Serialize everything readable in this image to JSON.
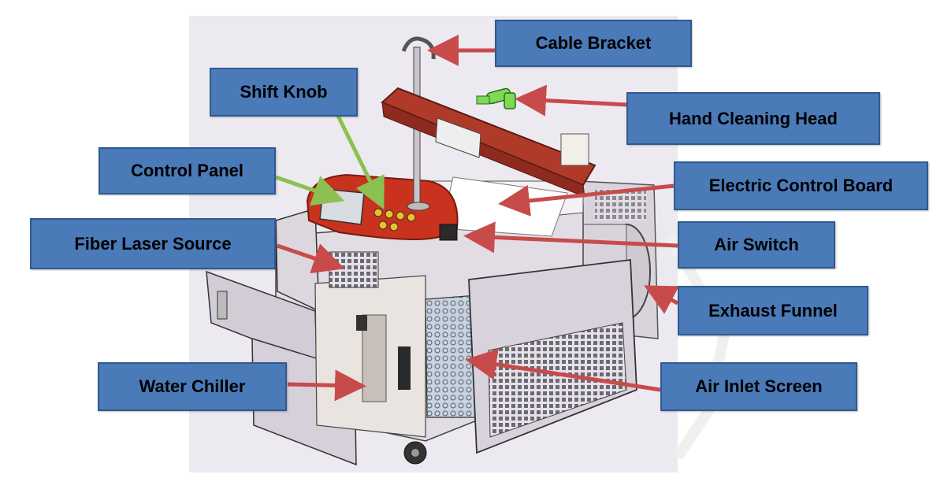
{
  "labels": {
    "cable_bracket": "Cable Bracket",
    "shift_knob": "Shift Knob",
    "hand_cleaning_head": "Hand Cleaning Head",
    "control_panel": "Control Panel",
    "electric_control_board": "Electric Control Board",
    "fiber_laser_source": "Fiber Laser Source",
    "air_switch": "Air Switch",
    "exhaust_funnel": "Exhaust Funnel",
    "water_chiller": "Water Chiller",
    "air_inlet_screen": "Air Inlet Screen"
  },
  "colors": {
    "label_fill": "#4a7ab8",
    "label_border": "#2f5a8e",
    "arrow_red": "#c84b4b",
    "arrow_green": "#8cc050",
    "machine_red": "#c8321e",
    "panel_grey": "#d9d3dc"
  }
}
